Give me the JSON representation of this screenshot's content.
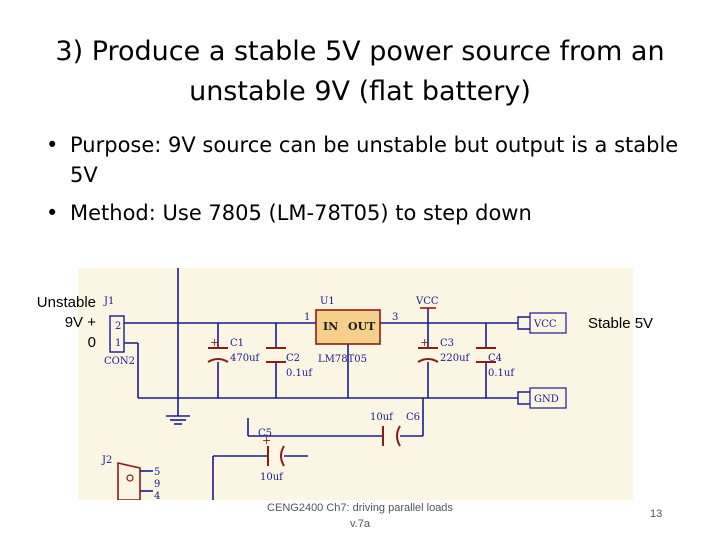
{
  "slide": {
    "title_line1": "3) Produce a stable 5V power source from an",
    "title_line2": "unstable 9V (flat battery)",
    "bullets": [
      "Purpose: 9V source can be unstable but output is a stable 5V",
      "Method: Use  7805 (LM-78T05) to step down"
    ],
    "bullet_symbol": "•",
    "left_note": [
      "Unstable",
      "9V +",
      "0"
    ],
    "right_note": "Stable  5V",
    "footer_line1": "CENG2400 Ch7: driving parallel loads",
    "footer_line2": "v.7a",
    "page_number": "13"
  },
  "schematic": {
    "j1": "J1",
    "j1_pins": [
      "2",
      "1"
    ],
    "con2": "CON2",
    "u1": "U1",
    "u1_in": "IN",
    "u1_out": "OUT",
    "u1_pin1": "1",
    "u1_pin3": "3",
    "u1_part": "LM78T05",
    "vcc_top": "VCC",
    "vcc_port": "VCC",
    "gnd_port": "GND",
    "c1": "C1",
    "c1_val": "470uf",
    "c2": "C2",
    "c2_val": "0.1uf",
    "c3": "C3",
    "c3_val": "220uf",
    "c4": "C4",
    "c4_val": "0.1uf",
    "c5": "C5",
    "c5_val": "10uf",
    "c6": "C6",
    "c6_val": "10uf",
    "j2": "J2",
    "j2_pins": [
      "5",
      "9",
      "4"
    ],
    "plus": "+",
    "colors": {
      "background": "#fbf6e4",
      "wire": "#1b1b8a",
      "part": "#8b1a1a",
      "label": "#1b1b8a"
    }
  }
}
